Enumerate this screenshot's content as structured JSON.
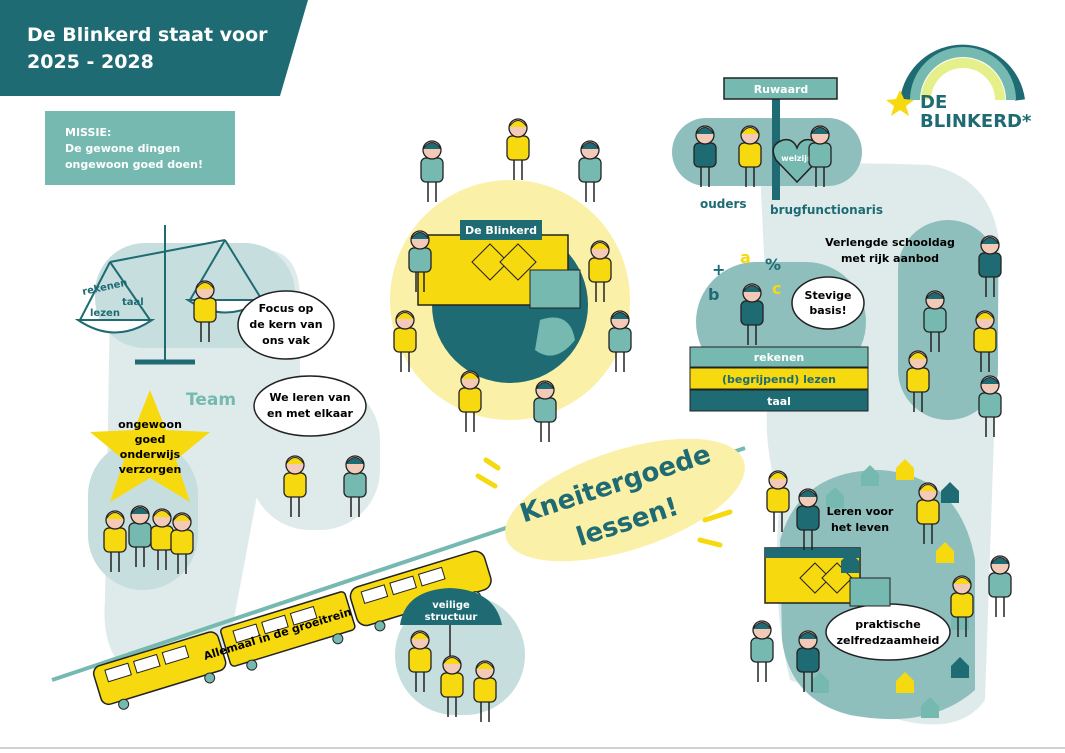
{
  "header": {
    "title_line1": "De Blinkerd staat voor",
    "title_line2": "2025 - 2028"
  },
  "mission": {
    "label": "MISSIE:",
    "line1": "De gewone dingen",
    "line2": "ongewoon goed doen!"
  },
  "logo": {
    "line1": "DE",
    "line2": "BLINKERD*"
  },
  "scale": {
    "word1": "rekenen",
    "word2": "taal",
    "word3": "lezen"
  },
  "bubbles": {
    "focus": [
      "Focus op",
      "de kern van",
      "ons vak"
    ],
    "leren": [
      "We leren van",
      "en met elkaar"
    ],
    "stevig": [
      "Stevige",
      "basis!"
    ],
    "praktisch": [
      "praktische",
      "zelfredzaamheid"
    ]
  },
  "team": {
    "label": "Team"
  },
  "star": {
    "lines": [
      "ongewoon",
      "goed",
      "onderwijs",
      "verzorgen"
    ]
  },
  "globe": {
    "school_name": "De Blinkerd"
  },
  "ruwaard": {
    "sign": "Ruwaard",
    "heart": "welzijn",
    "ouders": "ouders",
    "brug": "brugfunctionaris"
  },
  "basis_stack": {
    "rows": [
      "rekenen",
      "(begrijpend) lezen",
      "taal"
    ]
  },
  "verlengde": {
    "lines": [
      "Verlengde schooldag",
      "met rijk aanbod"
    ]
  },
  "kneiter": {
    "line1": "Kneitergoede",
    "line2": "lessen!"
  },
  "train": {
    "label": "Allemaal in de groeitrein"
  },
  "umbrella": {
    "lines": [
      "veilige",
      "structuur"
    ]
  },
  "leven": {
    "lines": [
      "Leren voor",
      "het leven"
    ]
  },
  "colors": {
    "dark_teal": "#1f6b73",
    "teal": "#76b9b1",
    "light_teal": "#d9e8e8",
    "yellow": "#f6d90f",
    "pale_yellow": "#fbf0a8"
  }
}
